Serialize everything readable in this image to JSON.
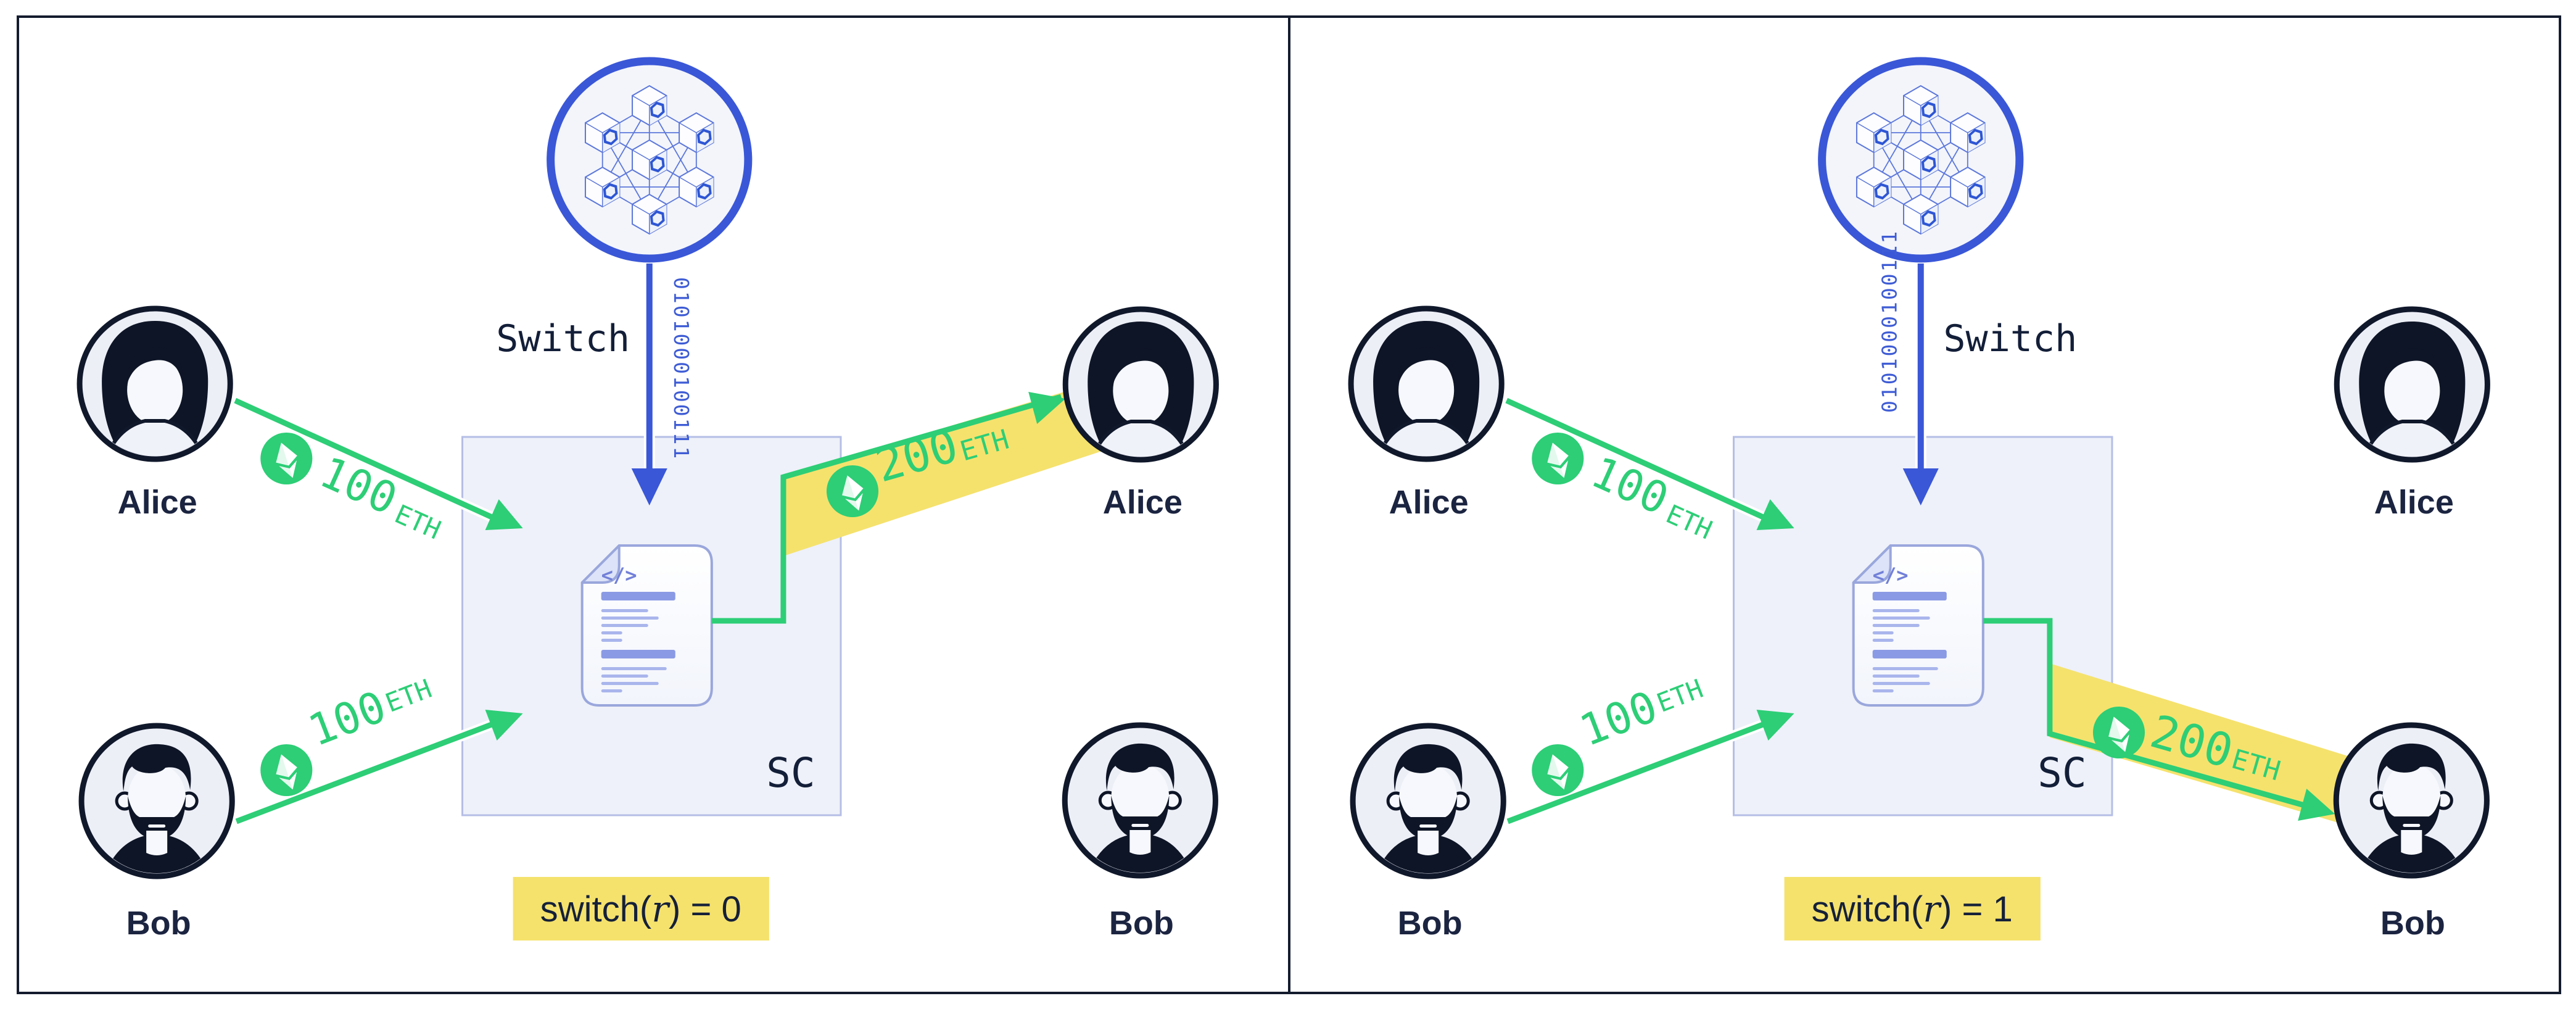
{
  "labels": {
    "switch": "Switch",
    "binary": "0101000100111",
    "sc": "SC",
    "code": "</>",
    "alice": "Alice",
    "bob": "Bob",
    "amount_in": "100",
    "amount_out": "200",
    "currency": "ETH"
  },
  "panels": [
    {
      "name": "switch-equals-0",
      "payout_to": "Alice",
      "condition": {
        "func": "switch(",
        "var": "r",
        "eq": ") = ",
        "value": "0"
      }
    },
    {
      "name": "switch-equals-1",
      "payout_to": "Bob",
      "condition": {
        "func": "switch(",
        "var": "r",
        "eq": ") = ",
        "value": "1"
      }
    }
  ],
  "colors": {
    "green": "#2DCE76",
    "yellow": "#F5E26D",
    "blue": "#3A57D7",
    "binary_blue": "#3E5CD5",
    "navy": "#16203A",
    "box_fill": "#EEF1F9",
    "box_border": "#B5BEE6",
    "doc_border": "#9AA7DC",
    "bar_dark": "#8B9AE4",
    "bar_light": "#A9B5EC",
    "frame": "#141C2E"
  }
}
